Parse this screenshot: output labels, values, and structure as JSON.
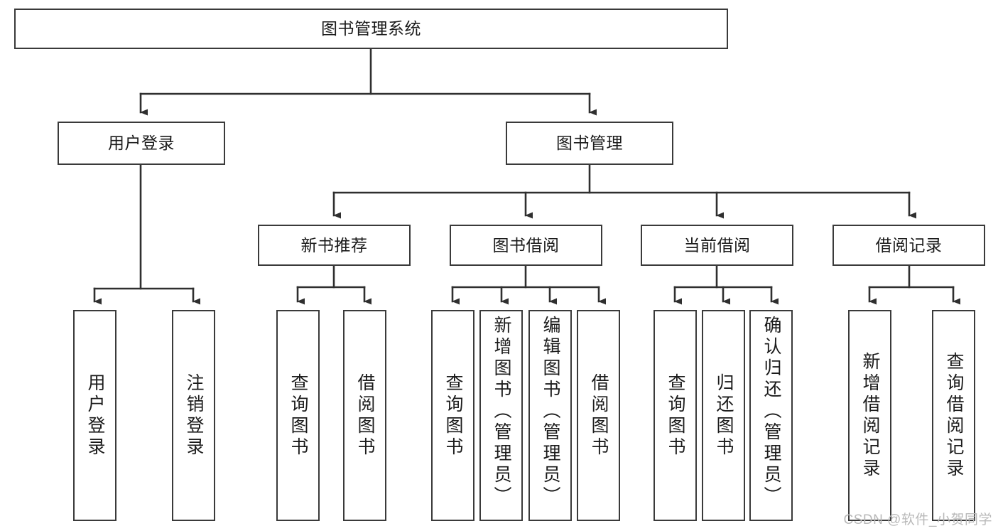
{
  "diagram": {
    "type": "tree",
    "title": "图书管理系统",
    "watermark": "CSDN @软件_小贺同学",
    "colors": {
      "node_border": "#3a3a3a",
      "node_fill": "#ffffff",
      "edge": "#2f2f2f",
      "text": "#1b1b1b",
      "watermark": "#b9b9b9"
    },
    "nodes": {
      "root": {
        "label": "图书管理系统"
      },
      "level1": [
        {
          "label": "用户登录"
        },
        {
          "label": "图书管理"
        }
      ],
      "level2": [
        {
          "label": "新书推荐"
        },
        {
          "label": "图书借阅"
        },
        {
          "label": "当前借阅"
        },
        {
          "label": "借阅记录"
        }
      ],
      "leaves_user_login": [
        {
          "label": "用户登录"
        },
        {
          "label": "注销登录"
        }
      ],
      "leaves_new_book": [
        {
          "label": "查询图书"
        },
        {
          "label": "借阅图书"
        }
      ],
      "leaves_borrow": [
        {
          "label": "查询图书"
        },
        {
          "label": "新增图书（管理员）"
        },
        {
          "label": "编辑图书（管理员）"
        },
        {
          "label": "借阅图书"
        }
      ],
      "leaves_current": [
        {
          "label": "查询图书"
        },
        {
          "label": "归还图书"
        },
        {
          "label": "确认归还（管理员）"
        }
      ],
      "leaves_record": [
        {
          "label": "新增借阅记录"
        },
        {
          "label": "查询借阅记录"
        }
      ]
    }
  }
}
